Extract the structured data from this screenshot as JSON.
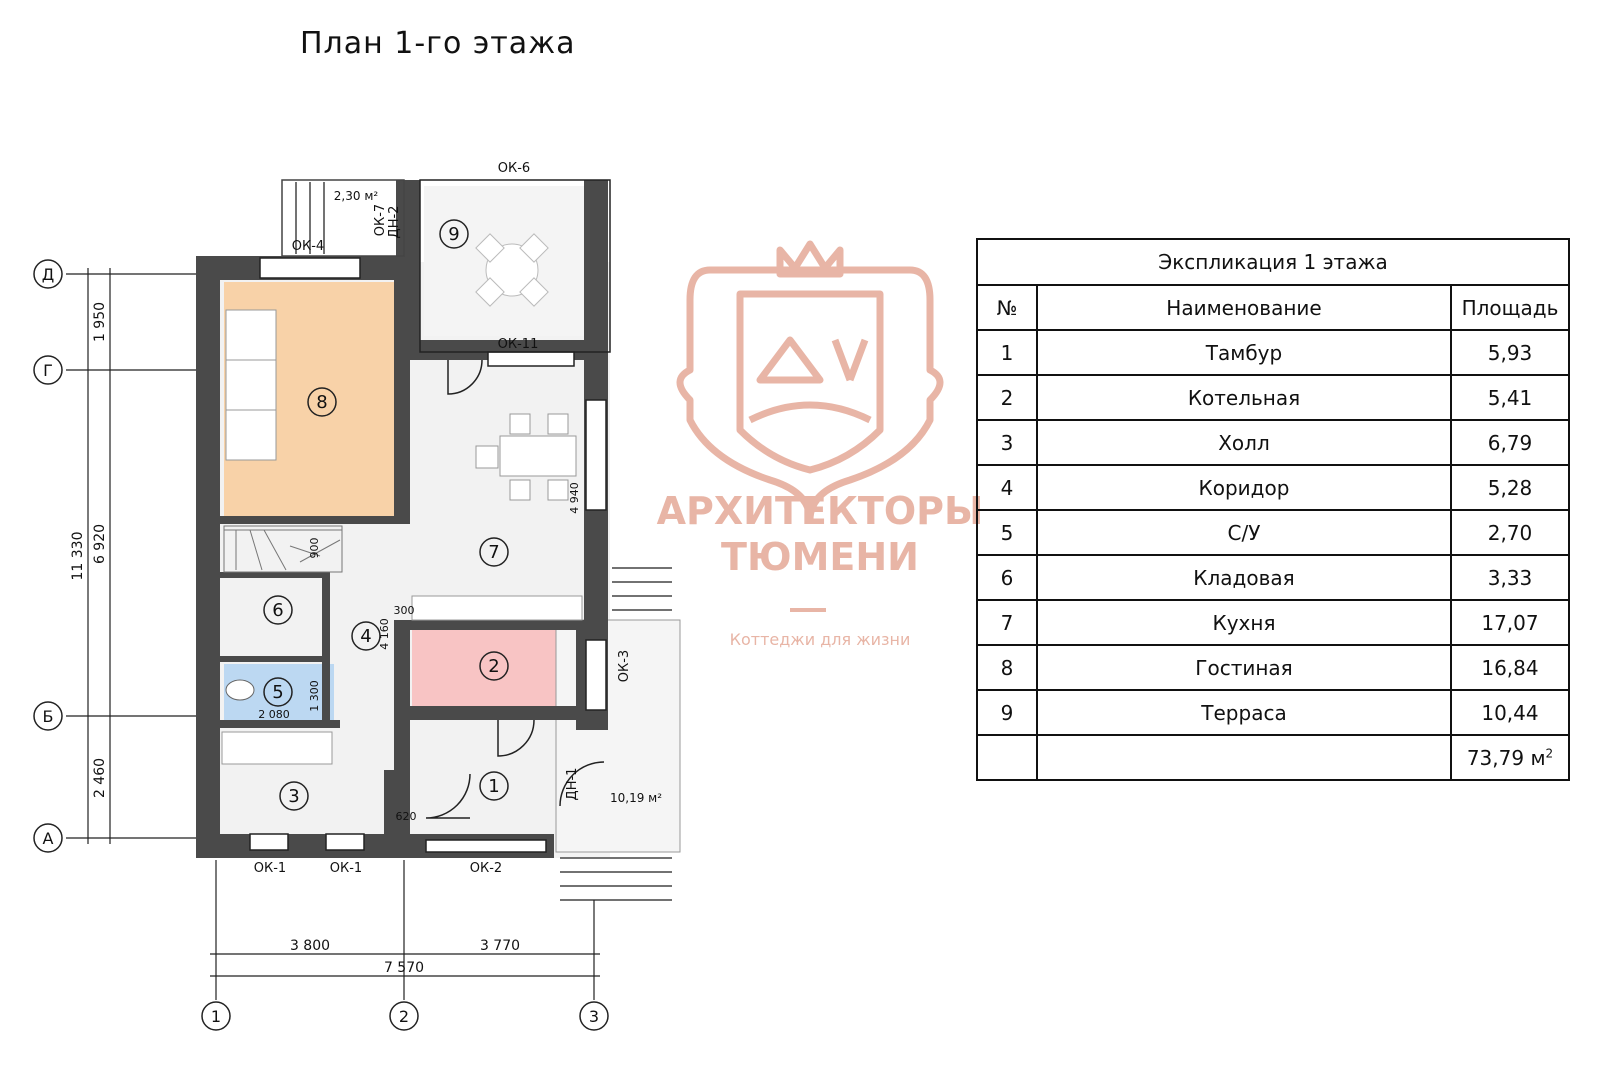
{
  "title": "План 1-го этажа",
  "watermark": {
    "brand_line1": "АРХИТЕКТОРЫ",
    "brand_line2": "ТЮМЕНИ",
    "tagline": "Коттеджи для жизни"
  },
  "table": {
    "caption": "Экспликация 1 этажа",
    "headers": [
      "№",
      "Наименование",
      "Площадь"
    ],
    "rows": [
      {
        "num": "1",
        "name": "Тамбур",
        "area": "5,93"
      },
      {
        "num": "2",
        "name": "Котельная",
        "area": "5,41"
      },
      {
        "num": "3",
        "name": "Холл",
        "area": "6,79"
      },
      {
        "num": "4",
        "name": "Коридор",
        "area": "5,28"
      },
      {
        "num": "5",
        "name": "С/У",
        "area": "2,70"
      },
      {
        "num": "6",
        "name": "Кладовая",
        "area": "3,33"
      },
      {
        "num": "7",
        "name": "Кухня",
        "area": "17,07"
      },
      {
        "num": "8",
        "name": "Гостиная",
        "area": "16,84"
      },
      {
        "num": "9",
        "name": "Терраса",
        "area": "10,44"
      }
    ],
    "total_value": "73,79 м",
    "total_sup": "2"
  },
  "plan": {
    "axes_rows": [
      "Д",
      "Г",
      "Б",
      "А"
    ],
    "axes_cols": [
      "1",
      "2",
      "3"
    ],
    "dims_vertical": [
      "1 950",
      "11 330",
      "6 920",
      "2 460"
    ],
    "dims_horizontal": [
      "3 800",
      "3 770",
      "7 570"
    ],
    "window_labels": [
      "ОК-6",
      "ОК-4",
      "ОК-11",
      "ОК-1",
      "ОК-1",
      "ОК-2",
      "ОК-3",
      "ОК-7",
      "ДН-2",
      "ДН-1"
    ],
    "area_labels": [
      "2,30 м²",
      "10,19 м²"
    ],
    "room_numbers": [
      "1",
      "2",
      "3",
      "4",
      "5",
      "6",
      "7",
      "8",
      "9"
    ],
    "small_dims": [
      "4 940",
      "4 160",
      "900",
      "1 300",
      "2 080",
      "300",
      "620"
    ],
    "colors": {
      "wall": "#4a4a4a",
      "living": "#f8d2a8",
      "boiler": "#f8c4c4",
      "bathroom": "#bcd8f2",
      "floor": "#f2f2f2",
      "watermark": "#e8b5a6"
    }
  }
}
